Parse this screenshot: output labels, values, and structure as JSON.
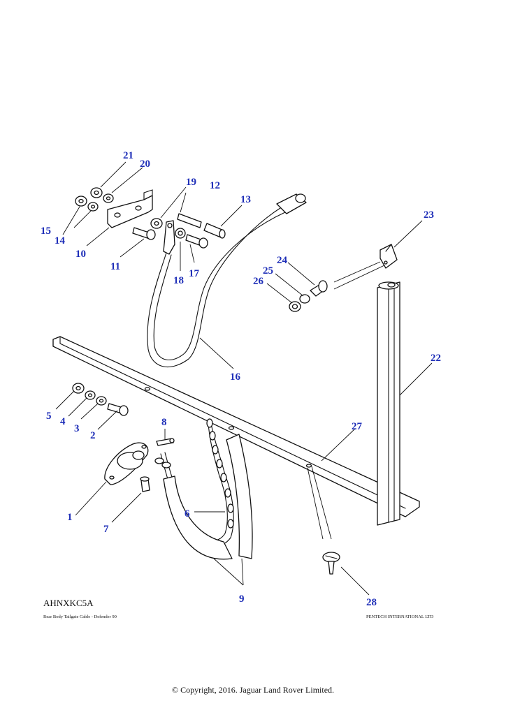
{
  "diagram": {
    "code": "AHNXKC5A",
    "title": "Rear Body Tailgate Cable - Defender 90",
    "maker": "PENTECH INTERNATIONAL LTD",
    "callouts": [
      "1",
      "2",
      "3",
      "4",
      "5",
      "6",
      "7",
      "8",
      "9",
      "10",
      "11",
      "12",
      "13",
      "14",
      "15",
      "16",
      "17",
      "18",
      "19",
      "20",
      "21",
      "22",
      "23",
      "24",
      "25",
      "26",
      "27",
      "28"
    ]
  },
  "footer": {
    "copyright": "© Copyright, 2016. Jaguar Land Rover Limited."
  },
  "colors": {
    "callout": "#1f2fb8",
    "line": "#111111",
    "background": "#ffffff"
  }
}
